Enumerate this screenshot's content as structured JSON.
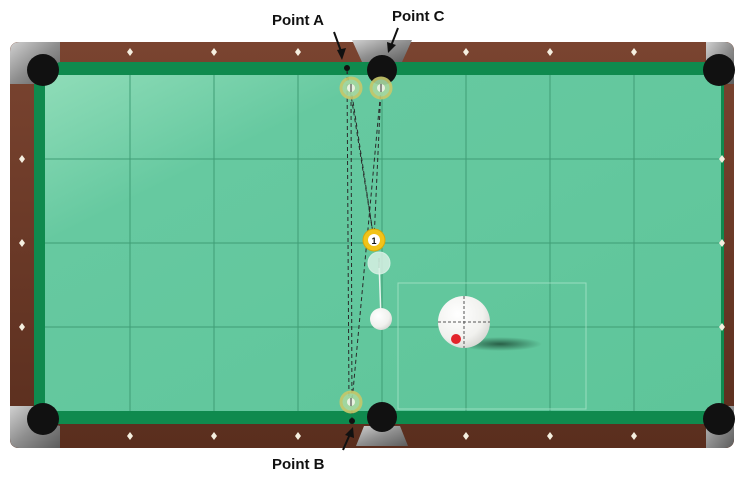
{
  "labels": {
    "point_a": "Point A",
    "point_b": "Point B",
    "point_c": "Point C"
  },
  "balls": {
    "object_ball_number": "1"
  },
  "colors": {
    "rail_wood": "#6b3a26",
    "cushion": "#0f8a4e",
    "felt": "#5ec59a",
    "felt_light": "#8fdcb8",
    "pocket": "#111111",
    "pocket_metal": "#9a9a9a",
    "diamond": "#f5efe0",
    "grid_line": "#3f9d75",
    "object_ball_stripe": "#f2c318",
    "ghost_ball_ring": "#c8c86a",
    "cue_ball": "#ffffff",
    "english_dot": "#e3242b"
  },
  "icons": {
    "pocket": "pocket-icon",
    "diamond": "diamond-marker-icon",
    "ball": "billiard-ball-icon",
    "arrow": "callout-arrow-icon"
  }
}
